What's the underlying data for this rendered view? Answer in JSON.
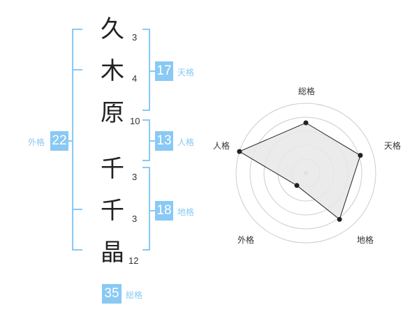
{
  "name_chars": [
    {
      "char": "久",
      "strokes": "3"
    },
    {
      "char": "木",
      "strokes": "4"
    },
    {
      "char": "原",
      "strokes": "10"
    },
    {
      "char": "千",
      "strokes": "3"
    },
    {
      "char": "千",
      "strokes": "3"
    },
    {
      "char": "晶",
      "strokes": "12"
    }
  ],
  "fortunes": {
    "tenkaku": {
      "value": "17",
      "label": "天格"
    },
    "jinkaku": {
      "value": "13",
      "label": "人格"
    },
    "chikaku": {
      "value": "18",
      "label": "地格"
    },
    "gaikaku": {
      "value": "22",
      "label": "外格"
    },
    "soukaku": {
      "value": "35",
      "label": "総格"
    }
  },
  "radar": {
    "labels": {
      "top": "総格",
      "right": "天格",
      "bottom_right": "地格",
      "bottom_left": "外格",
      "left": "人格"
    },
    "levels": {
      "soukaku": 0.72,
      "tenkaku": 0.82,
      "chikaku": 0.82,
      "gaikaku": 0.22,
      "jinkaku": 1.0
    },
    "colors": {
      "fill": "#e8e8e8",
      "line": "#222222",
      "grid": "#cccccc",
      "bracket": "#89c9f4"
    }
  }
}
